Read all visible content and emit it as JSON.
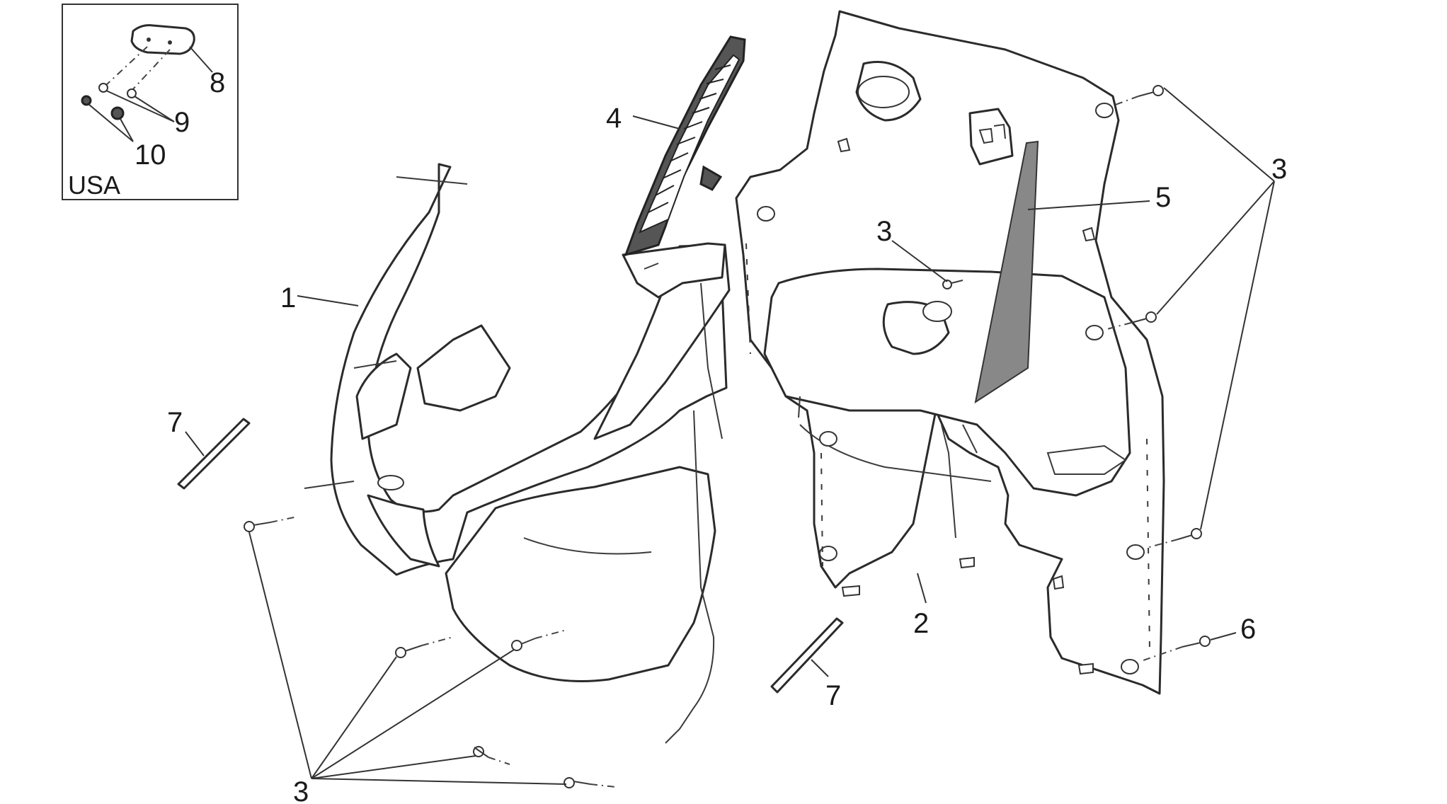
{
  "inset": {
    "region_label": "USA"
  },
  "callouts": {
    "c1": "1",
    "c2": "2",
    "c3_left": "3",
    "c3_center": "3",
    "c3_right": "3",
    "c4": "4",
    "c5": "5",
    "c6": "6",
    "c7_left": "7",
    "c7_right": "7",
    "c8": "8",
    "c9": "9",
    "c10": "10"
  }
}
